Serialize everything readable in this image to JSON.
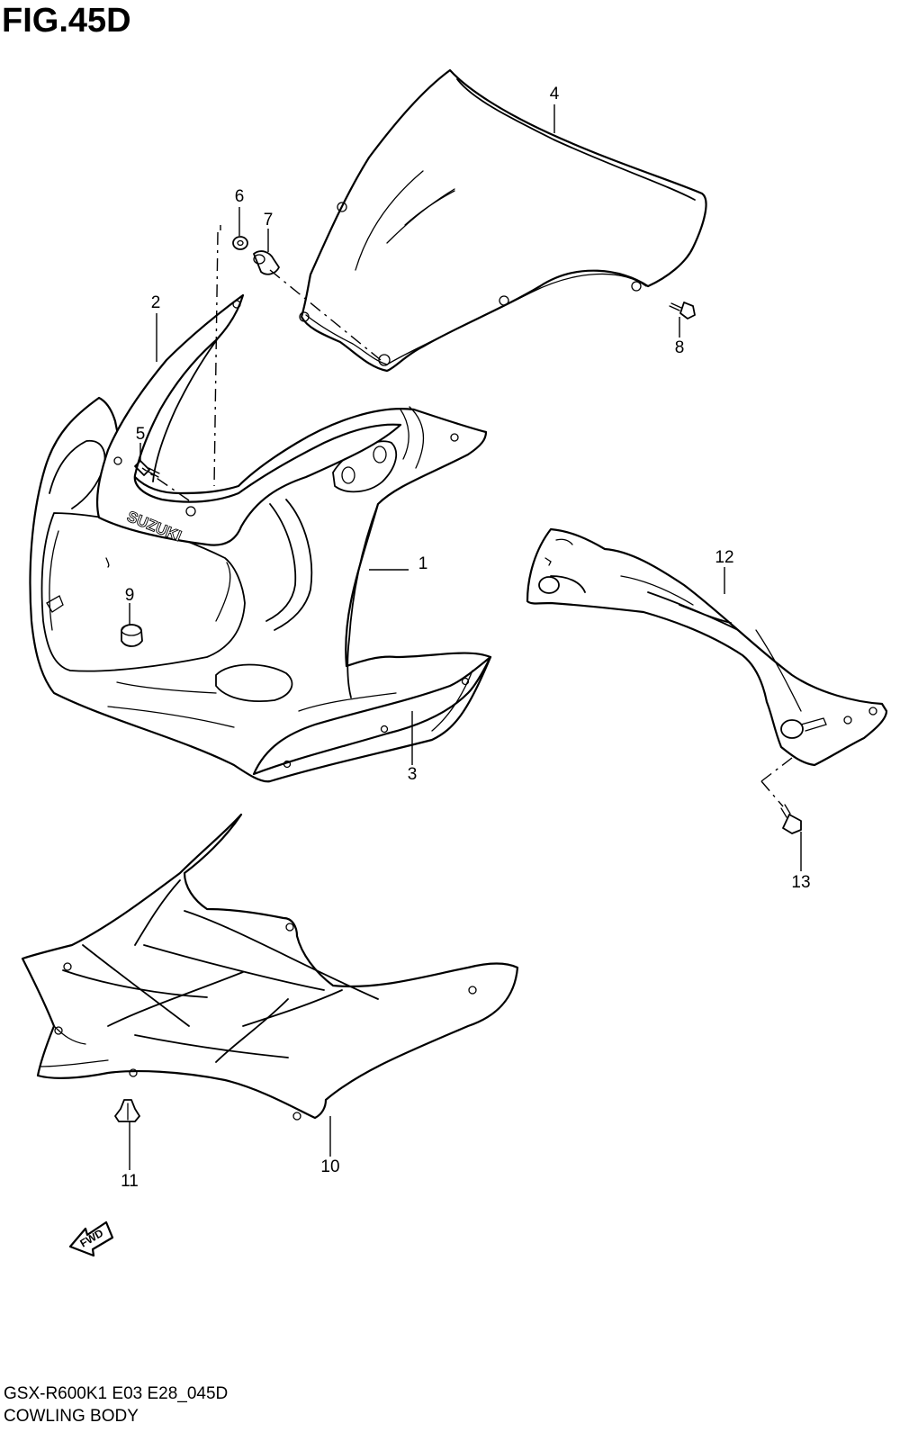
{
  "figure": {
    "title": "FIG.45D",
    "code": "GSX-R600K1 E03 E28_045D",
    "name": "COWLING BODY",
    "logo_text": "SUZUKI",
    "fwd_text": "FWD"
  },
  "callouts": [
    {
      "id": "1",
      "label": "1"
    },
    {
      "id": "2",
      "label": "2"
    },
    {
      "id": "3",
      "label": "3"
    },
    {
      "id": "4",
      "label": "4"
    },
    {
      "id": "5",
      "label": "5"
    },
    {
      "id": "6",
      "label": "6"
    },
    {
      "id": "7",
      "label": "7"
    },
    {
      "id": "8",
      "label": "8"
    },
    {
      "id": "9",
      "label": "9"
    },
    {
      "id": "10",
      "label": "10"
    },
    {
      "id": "11",
      "label": "11"
    },
    {
      "id": "12",
      "label": "12"
    },
    {
      "id": "13",
      "label": "13"
    }
  ]
}
